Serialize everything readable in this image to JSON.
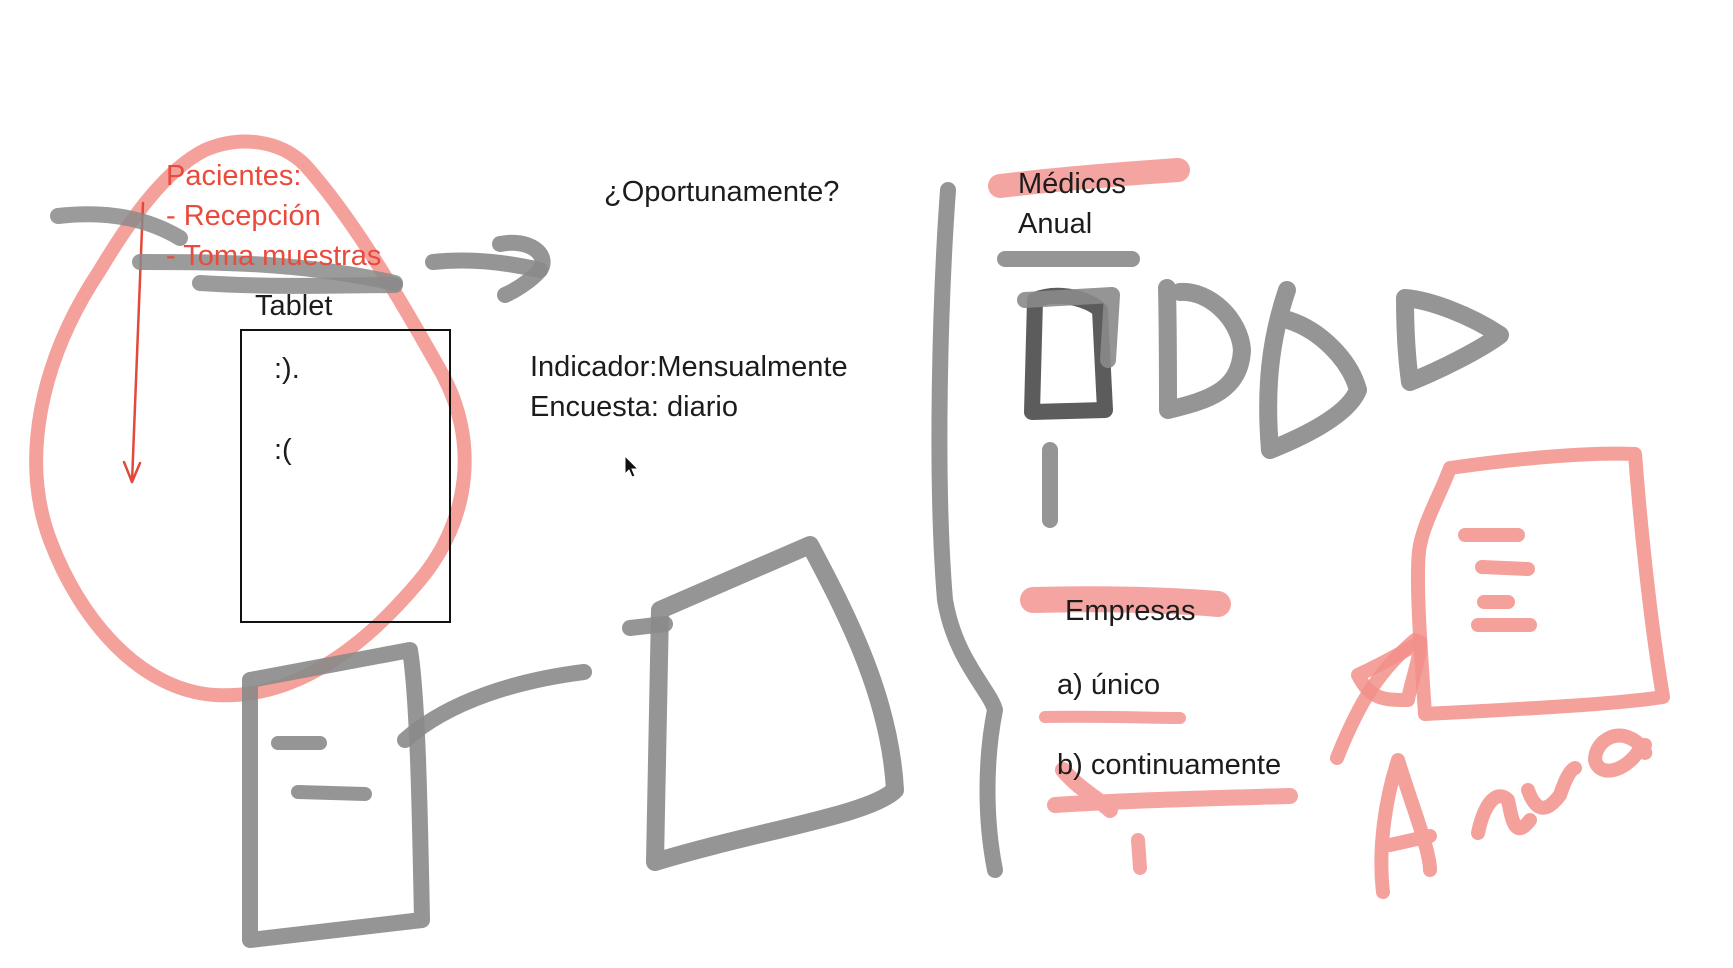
{
  "colors": {
    "text": "#1c1c1c",
    "red_text": "#ea4a3c",
    "red_ink": "#f28f8a",
    "gray_ink": "#8a8a8a",
    "dark_ink": "#3f3f3f",
    "background": "#ffffff"
  },
  "left": {
    "pacientes_title": "Pacientes:",
    "items": [
      "- Recepción",
      "- Toma muestras"
    ],
    "tablet_label": "Tablet",
    "tablet_faces": [
      ":).",
      ":("
    ]
  },
  "middle": {
    "question": "¿Oportunamente?",
    "indicator": "Indicador:Mensualmente",
    "survey": "Encuesta: diario"
  },
  "right": {
    "medicos": "Médicos",
    "anual": "Anual",
    "empresas": "Empresas",
    "option_a": "a) único",
    "option_b": "b) continuamente",
    "handwritten": "Anua"
  },
  "icons": [
    "mouse-pointer-icon"
  ]
}
